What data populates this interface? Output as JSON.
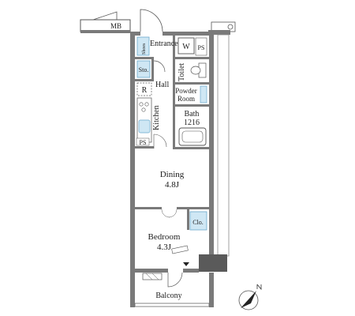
{
  "colors": {
    "wall": "#7a7a7a",
    "wall_dark": "#5a5a5a",
    "line": "#555555",
    "fixture_blue": "#cfe7f4",
    "fixture_stroke": "#6aa9cc",
    "text": "#222222"
  },
  "labels": {
    "mb": "MB",
    "entrance": "Entrance",
    "shoe_storage": "Shoes",
    "washer": "W",
    "ps_top": "PS",
    "storage": "Sto.",
    "toilet": "Toilet",
    "hall": "Hall",
    "refrigerator": "R",
    "powder_room_line1": "Powder",
    "powder_room_line2": "Room",
    "kitchen": "Kitchen",
    "bath_line1": "Bath",
    "bath_line2": "1216",
    "ps_bottom": "PS",
    "dining_name": "Dining",
    "dining_size": "4.8J",
    "closet": "Clo.",
    "bedroom_name": "Bedroom",
    "bedroom_size": "4.3J",
    "balcony": "Balcony"
  },
  "icons": {
    "compass": "north-arrow-icon"
  }
}
